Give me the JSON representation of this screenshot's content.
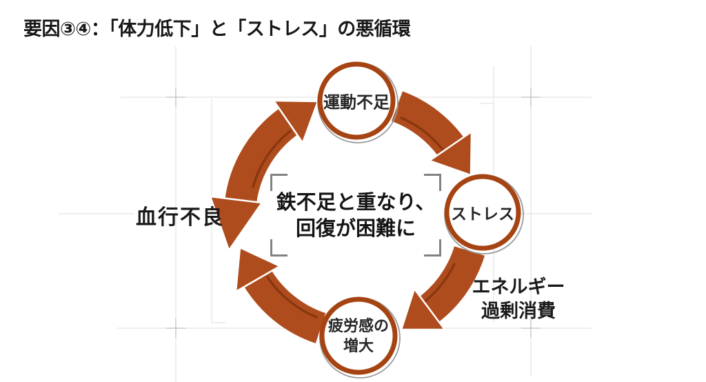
{
  "title": "要因③④：「体力低下」と「ストレス」の悪循環",
  "cycle": {
    "nodes": [
      {
        "label": "運動不足"
      },
      {
        "label": "ストレス"
      },
      {
        "label_line1": "疲労感の",
        "label_line2": "増大"
      }
    ],
    "outer_labels": {
      "left": "血行不良",
      "bottom_right_line1": "エネルギー",
      "bottom_right_line2": "過剰消費"
    },
    "center_note": {
      "line1": "鉄不足と重なり、",
      "line2": "回復が困難に"
    }
  },
  "colors": {
    "arrow": "#AF4C1D",
    "arrow_shade": "#8A3710",
    "node_ring": "#A64312",
    "node_outline_gray": "#9A9A9A",
    "text": "#1A1A1A",
    "guide_line": "#DCDCDC",
    "guide_cross": "#BFBFBF",
    "bracket": "#828282",
    "background": "#FFFFFF"
  }
}
